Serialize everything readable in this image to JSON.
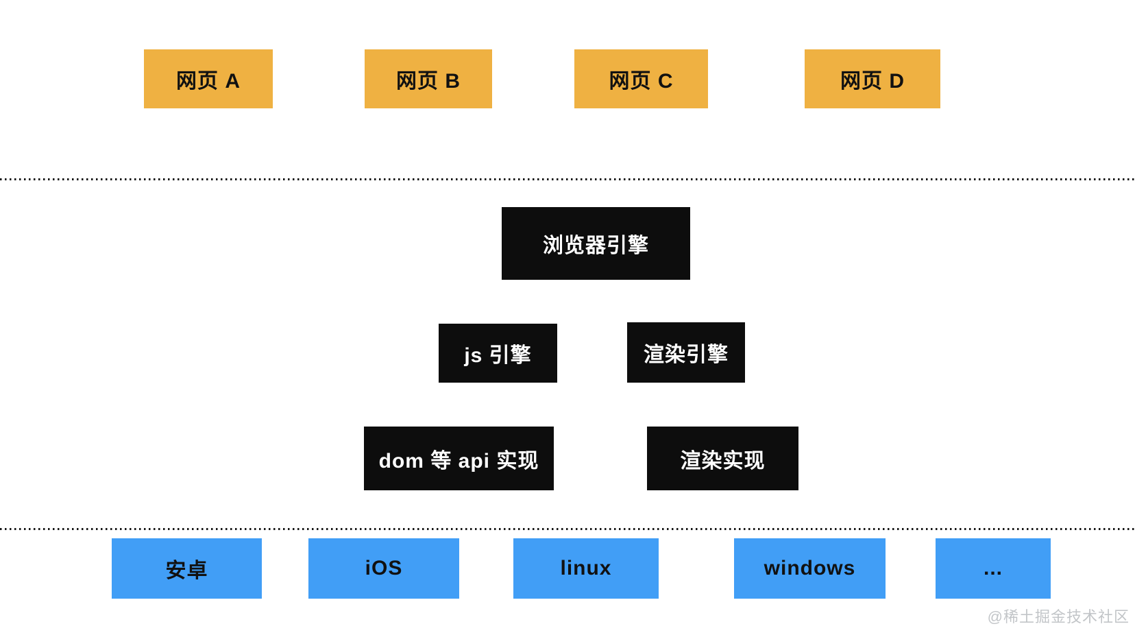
{
  "pages": {
    "items": [
      "网页 A",
      "网页 B",
      "网页 C",
      "网页 D"
    ]
  },
  "engine_layer": {
    "browser_engine": "浏览器引擎",
    "js_engine": "js 引擎",
    "render_engine": "渲染引擎",
    "dom_api_impl": "dom 等 api 实现",
    "render_impl": "渲染实现"
  },
  "platforms": {
    "items": [
      "安卓",
      "iOS",
      "linux",
      "windows",
      "..."
    ]
  },
  "watermark": "@稀土掘金技术社区",
  "colors": {
    "page_box": "#EFB142",
    "engine_box": "#0D0D0D",
    "platform_box": "#419EF6",
    "box_text_dark": "#111111",
    "box_text_light": "#FFFFFF",
    "dotted_line": "#151515",
    "watermark_text": "#C2C5C8",
    "background": "#FFFFFF"
  }
}
